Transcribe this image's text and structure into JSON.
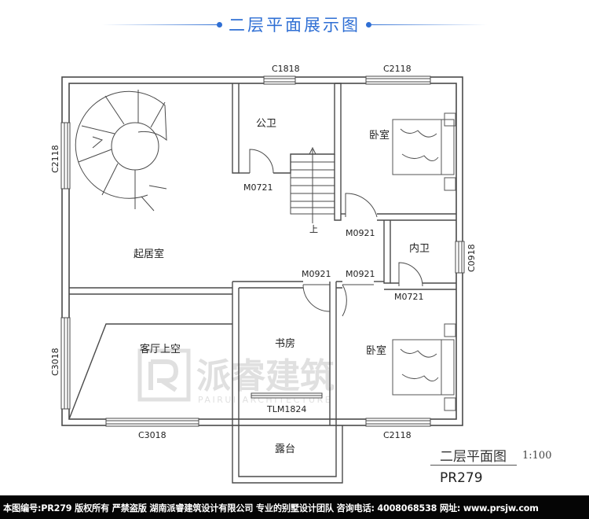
{
  "header": {
    "title": "二层平面展示图"
  },
  "rooms": {
    "living": "起居室",
    "bath_public": "公卫",
    "bedroom_top": "卧室",
    "bath_inner": "内卫",
    "void": "客厅上空",
    "study": "书房",
    "bedroom_bottom": "卧室",
    "terrace": "露台"
  },
  "windows": {
    "c1818": "C1818",
    "c2118_top": "C2118",
    "c2118_left": "C2118",
    "c0918": "C0918",
    "c3018_left": "C3018",
    "c3018_bottom": "C3018",
    "c2118_bottom": "C2118"
  },
  "doors": {
    "m0721_bath": "M0721",
    "m0921_bed_top": "M0921",
    "m0921_study_left": "M0921",
    "m0921_study_right": "M0921",
    "m0721_inner": "M0721",
    "tlm1824": "TLM1824"
  },
  "stair": {
    "up_label": "上"
  },
  "watermark": {
    "brand": "派睿建筑",
    "sub": "PAIRUI ARCHITECTURE"
  },
  "legend": {
    "title": "二层平面图",
    "scale": "1:100",
    "code": "PR279"
  },
  "footer": {
    "text": "本图编号:PR279 版权所有 严禁盗版 湖南派睿建筑设计有限公司 专业的别墅设计团队 咨询电话: 4008068538 网址: www.prsjw.com"
  },
  "colors": {
    "accent": "#2f6fd4",
    "wall": "#4a4a4a",
    "watermark": "#c8c8c8"
  }
}
